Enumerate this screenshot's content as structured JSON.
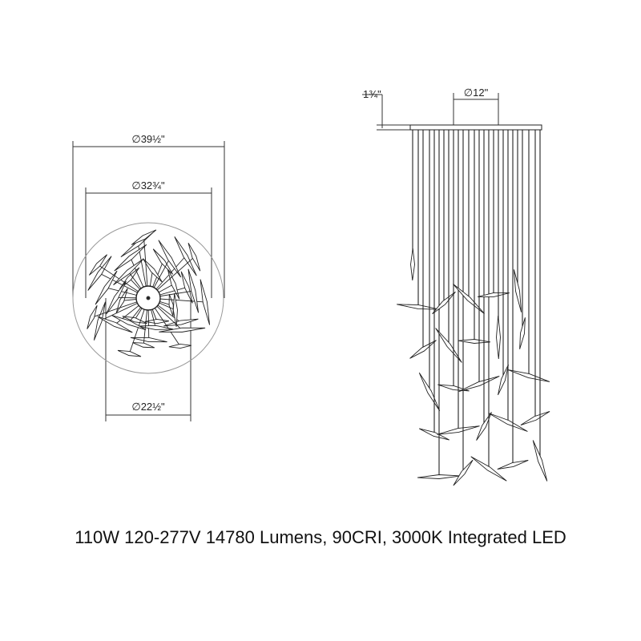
{
  "dimensions": {
    "outer_diameter": "∅39½\"",
    "middle_diameter": "∅32¾\"",
    "inner_diameter": "∅22½\"",
    "canopy_height": "1¾\"",
    "canopy_diameter": "∅12\""
  },
  "spec_line": "110W 120-277V 14780 Lumens, 90CRI, 3000K Integrated LED"
}
